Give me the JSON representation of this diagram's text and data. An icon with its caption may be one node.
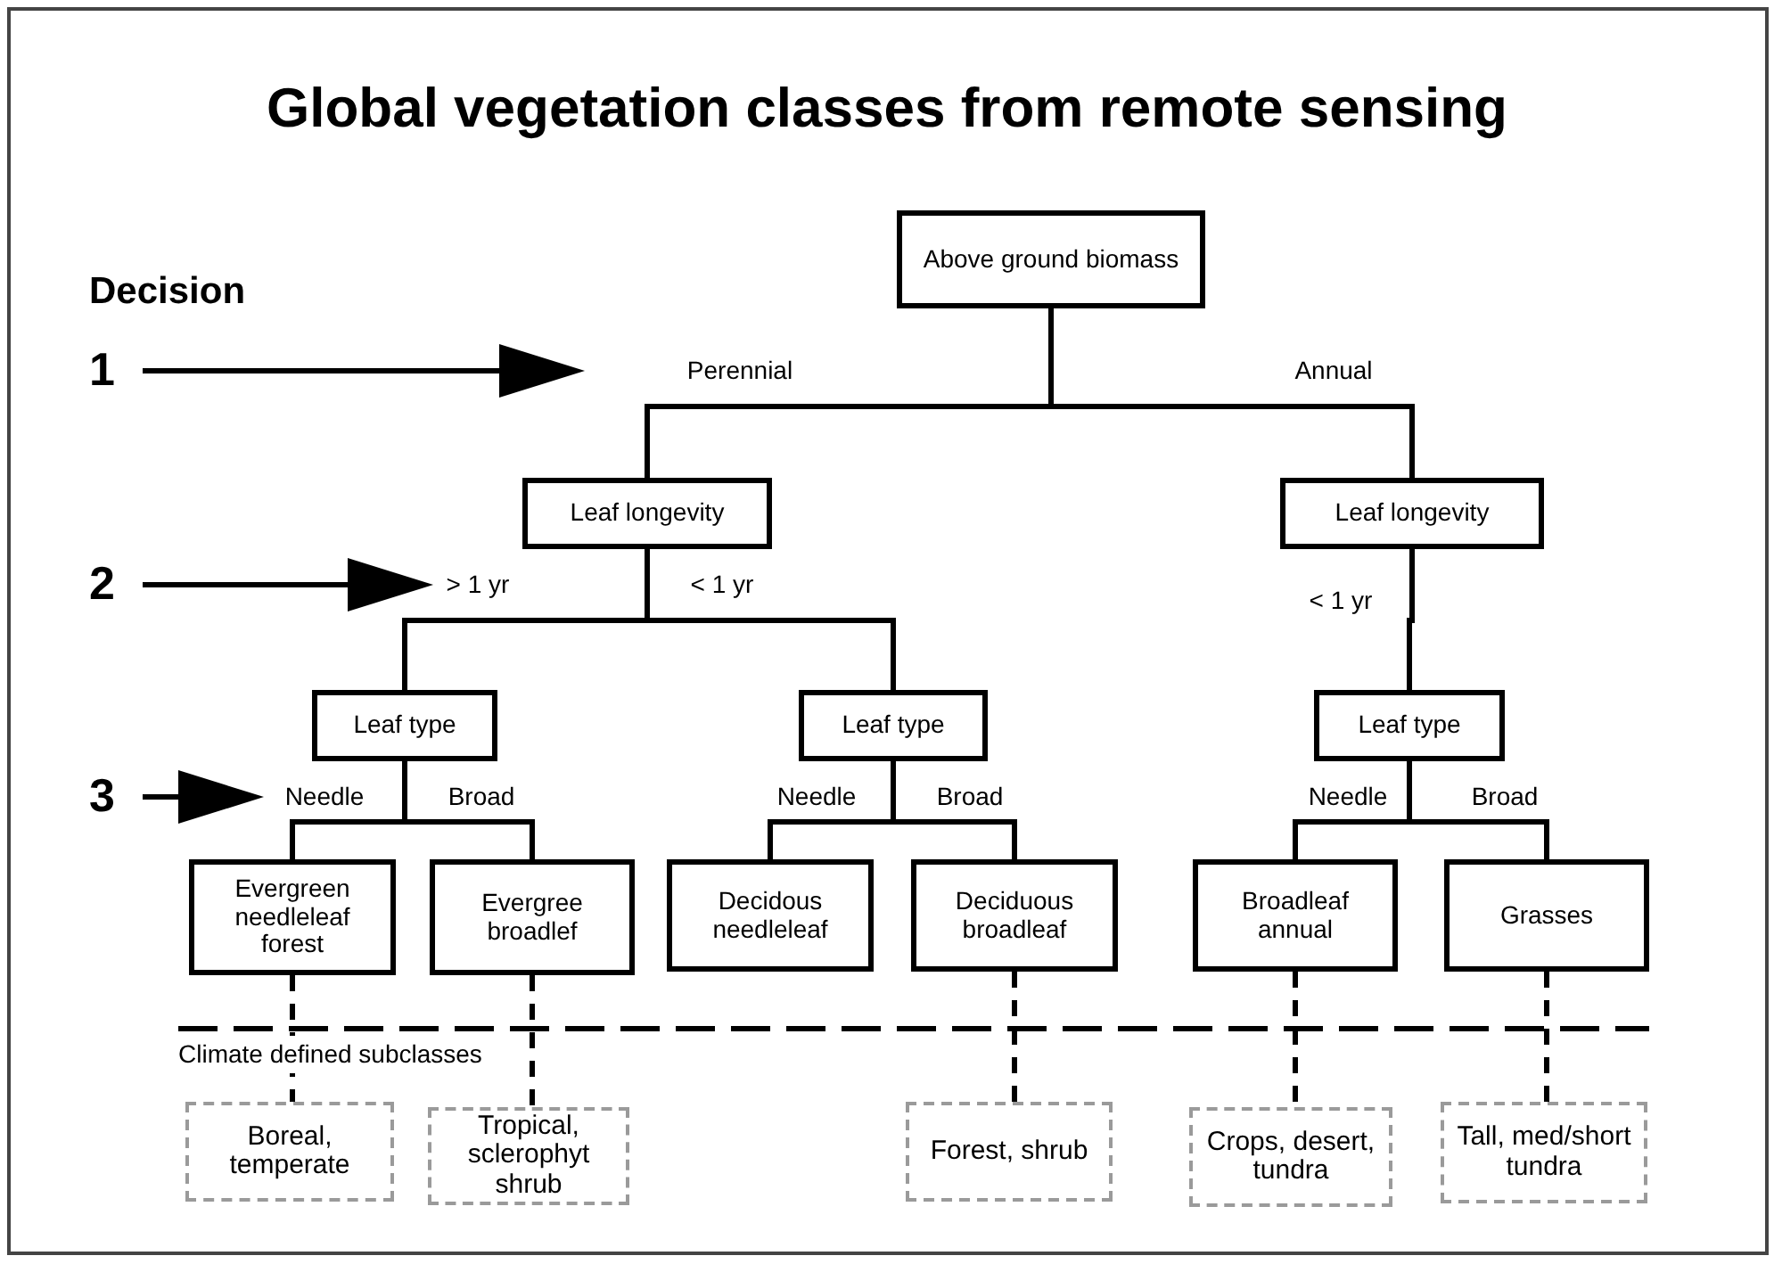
{
  "diagram": {
    "title": "Global vegetation classes from remote sensing",
    "nodes": [
      {
        "text": [
          "Above ground biomass"
        ]
      },
      {
        "text": [
          "Leaf longevity"
        ]
      },
      {
        "text": [
          "Leaf longevity"
        ]
      },
      {
        "text": [
          "Leaf type"
        ]
      },
      {
        "text": [
          "Leaf type"
        ]
      },
      {
        "text": [
          "Leaf type"
        ]
      },
      {
        "text": [
          "Evergreen needleleaf forest"
        ]
      },
      {
        "text": [
          "Evergree broadlef"
        ]
      },
      {
        "text": [
          "Decidous needleleaf"
        ]
      },
      {
        "text": [
          "Deciduous broadleaf"
        ]
      },
      {
        "text": [
          "Broadleaf annual"
        ]
      },
      {
        "text": [
          "Grasses"
        ]
      },
      {
        "text": [
          "Boreal, temperate"
        ]
      },
      {
        "text": [
          "Tropical, sclerophyt shrub"
        ]
      },
      {
        "text": [
          "Forest, shrub"
        ]
      },
      {
        "text": [
          "Crops, desert, tundra"
        ]
      },
      {
        "text": [
          "Tall, med/short tundra"
        ]
      }
    ],
    "edges": [
      {
        "from": 0,
        "to": 1,
        "arrow": "none",
        "label": "Perennial"
      },
      {
        "from": 0,
        "to": 2,
        "arrow": "none",
        "label": "Annual"
      },
      {
        "from": 1,
        "to": 3,
        "arrow": "none",
        "label": "> 1 yr"
      },
      {
        "from": 1,
        "to": 4,
        "arrow": "none",
        "label": "< 1 yr"
      },
      {
        "from": 2,
        "to": 5,
        "arrow": "none",
        "label": "< 1 yr"
      },
      {
        "from": 3,
        "to": 6,
        "arrow": "none",
        "label": "Needle"
      },
      {
        "from": 3,
        "to": 7,
        "arrow": "none",
        "label": "Broad"
      },
      {
        "from": 4,
        "to": 8,
        "arrow": "none",
        "label": "Needle"
      },
      {
        "from": 4,
        "to": 9,
        "arrow": "none",
        "label": "Broad"
      },
      {
        "from": 5,
        "to": 10,
        "arrow": "none",
        "label": "Needle"
      },
      {
        "from": 5,
        "to": 11,
        "arrow": "none",
        "label": "Broad"
      },
      {
        "from": 6,
        "to": 12,
        "arrow": "none",
        "style": "dashed"
      },
      {
        "from": 7,
        "to": 13,
        "arrow": "none",
        "style": "dashed"
      },
      {
        "from": 9,
        "to": 14,
        "arrow": "none",
        "style": "dashed"
      },
      {
        "from": 10,
        "to": 15,
        "arrow": "none",
        "style": "dashed"
      },
      {
        "from": 11,
        "to": 16,
        "arrow": "none",
        "style": "dashed"
      }
    ],
    "labels": [
      "Decision",
      "1",
      "2",
      "3",
      "Climate defined subclasses"
    ]
  }
}
